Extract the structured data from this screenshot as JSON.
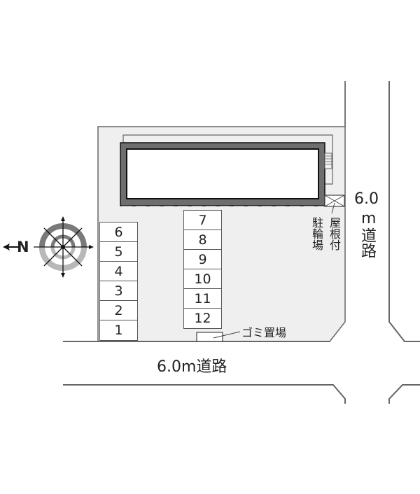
{
  "site_plan": {
    "compass": {
      "north_label": "N",
      "arrow_direction": "left"
    },
    "roads": {
      "right_road_label_number": "6.0",
      "right_road_label_unit": "m",
      "right_road_label_kanji": "道路",
      "bottom_road_label": "6.0m道路"
    },
    "bicycle_parking": {
      "label_col1": "駐輪場",
      "label_col2": "屋根付"
    },
    "garbage_area": {
      "label": "ゴミ置場"
    },
    "parking_left": [
      "6",
      "5",
      "4",
      "3",
      "2",
      "1"
    ],
    "parking_right": [
      "7",
      "8",
      "9",
      "10",
      "11",
      "12"
    ],
    "colors": {
      "lot_fill": "#efefef",
      "building_wall": "#6e6e6e",
      "line": "#666666"
    }
  }
}
